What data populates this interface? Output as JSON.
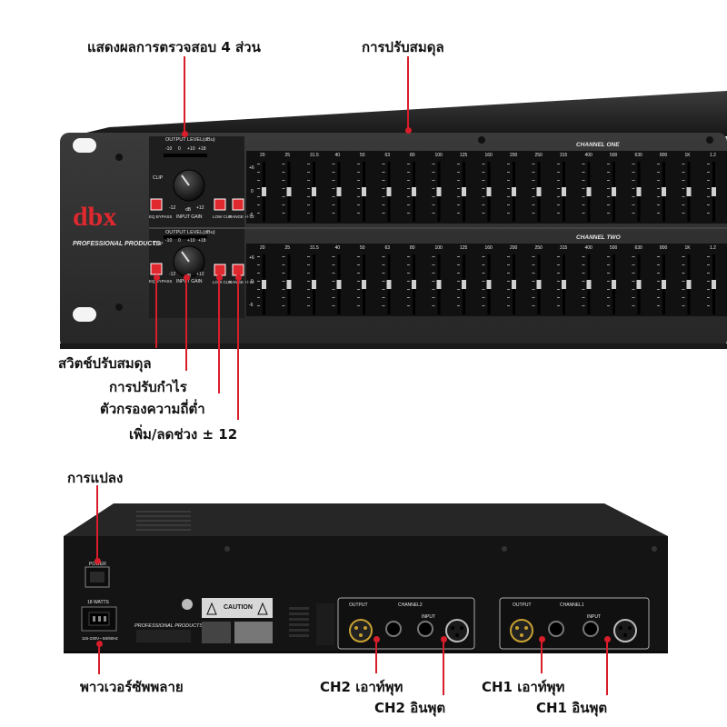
{
  "callouts": {
    "display4": "แสดงผลการตรวจสอบ 4 ส่วน",
    "equalize": "การปรับสมดุล",
    "eq_switch": "สวิตช์ปรับสมดุล",
    "gain": "การปรับกำไร",
    "lowcut": "ตัวกรองความถี่ต่ำ",
    "range": "เพิ่ม/ลดช่วง ± 12",
    "convert": "การแปลง",
    "power_supply": "พาวเวอร์ซัพพลาย",
    "ch2_out": "CH2 เอาท์พุท",
    "ch2_in": "CH2 อินพุต",
    "ch1_out": "CH1 เอาท์พุท",
    "ch1_in": "CH1 อินพุต"
  },
  "front": {
    "brand": "dbx",
    "brand_sub": "PROFESSIONAL PRODUCTS",
    "output_level": "OUTPUT LEVEL(dBu)",
    "level_ticks": [
      "-10",
      "0",
      "+10",
      "+18"
    ],
    "clip": "CLIP",
    "eq_bypass": "EQ BYPASS",
    "input_gain": "INPUT GAIN",
    "gain_min": "-12",
    "gain_db": "dB",
    "gain_max": "+12",
    "low_cut": "LOW CUT",
    "range_label": "RANGE +/-12",
    "channel_one": "CHANNEL ONE",
    "channel_two": "CHANNEL TWO",
    "freqs": [
      "20",
      "25",
      "31.5",
      "40",
      "50",
      "63",
      "80",
      "100",
      "125",
      "160",
      "200",
      "250",
      "315",
      "400",
      "500",
      "630",
      "800",
      "1K",
      "1.2"
    ],
    "scale": [
      "+6",
      "0",
      "-6"
    ]
  },
  "rear": {
    "power": "POWER",
    "watts": "18 WATTS",
    "voltage": "115-230V~ 50/60Hz",
    "caution": "CAUTION",
    "brand_sub": "PROFESSIONAL PRODUCTS",
    "channel2": "CHANNEL2",
    "channel1": "CHANNEL1",
    "output": "OUTPUT",
    "input": "INPUT"
  },
  "colors": {
    "accent": "#d81e2a",
    "panel": "#2b2b2b",
    "chassis": "#141414"
  }
}
